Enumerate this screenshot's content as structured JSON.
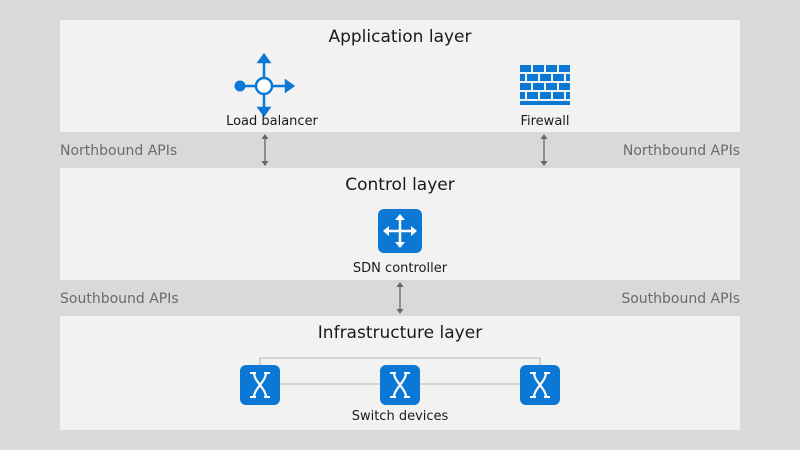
{
  "application_layer": {
    "title": "Application layer",
    "nodes": [
      {
        "label": "Load balancer",
        "icon": "load-balancer-icon"
      },
      {
        "label": "Firewall",
        "icon": "firewall-icon"
      }
    ]
  },
  "northbound": {
    "left_label": "Northbound APIs",
    "right_label": "Northbound APIs"
  },
  "control_layer": {
    "title": "Control layer",
    "node": {
      "label": "SDN controller",
      "icon": "sdn-controller-icon"
    }
  },
  "southbound": {
    "left_label": "Southbound APIs",
    "right_label": "Southbound APIs"
  },
  "infrastructure_layer": {
    "title": "Infrastructure layer",
    "node_label": "Switch devices",
    "switch_count": 3
  },
  "colors": {
    "accent": "#0a78d4",
    "layer_bg": "#f2f2f2",
    "band_bg": "#d9d9d9",
    "api_text": "#6b6b6b",
    "connector": "#666666"
  }
}
